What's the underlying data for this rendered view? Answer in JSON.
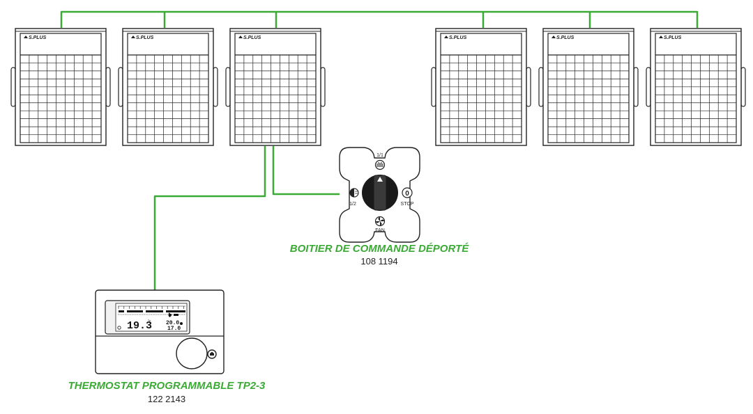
{
  "colors": {
    "wire": "#3aaa35",
    "caption": "#3aaa35",
    "stroke": "#222222",
    "panel_fill": "#f2f2f2",
    "text": "#222222"
  },
  "heaters": [
    {
      "brand": "S.PLUS"
    },
    {
      "brand": "S.PLUS"
    },
    {
      "brand": "S.PLUS"
    },
    {
      "brand": "S.PLUS"
    },
    {
      "brand": "S.PLUS"
    },
    {
      "brand": "S.PLUS"
    }
  ],
  "control_box": {
    "title": "BOITIER DE COMMANDE DÉPORTÉ",
    "reference": "108 1194",
    "positions": {
      "top": "1/1",
      "left": "1/2",
      "right_symbol": "0",
      "right": "STOP",
      "bottom": "FAN"
    }
  },
  "thermostat": {
    "title": "THERMOSTAT PROGRAMMABLE TP2-3",
    "reference": "122 2143",
    "display": {
      "temperature": "19.3",
      "unit": "°c",
      "comfort_setpoint": "20.0",
      "eco_setpoint": "17.0"
    }
  }
}
